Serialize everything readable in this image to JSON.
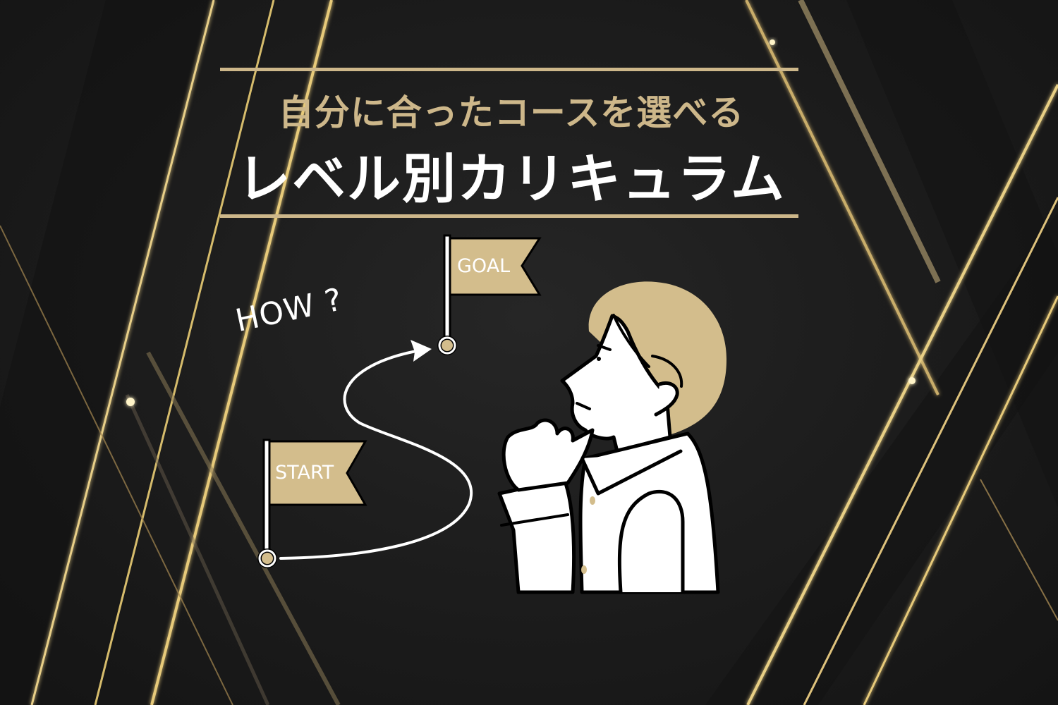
{
  "banner": {
    "subtitle": "自分に合ったコースを選べる",
    "title": "レベル別カリキュラム"
  },
  "illustration": {
    "question_text": "HOW ?",
    "goal_flag_label": "GOAL",
    "start_flag_label": "START",
    "figure": "thinking-man-profile"
  },
  "colors": {
    "background": "#1c1c1c",
    "gold": "#cdb78a",
    "flag_fill": "#d3bd8c",
    "text_white": "#ffffff",
    "line_gold": "#e2c577"
  }
}
